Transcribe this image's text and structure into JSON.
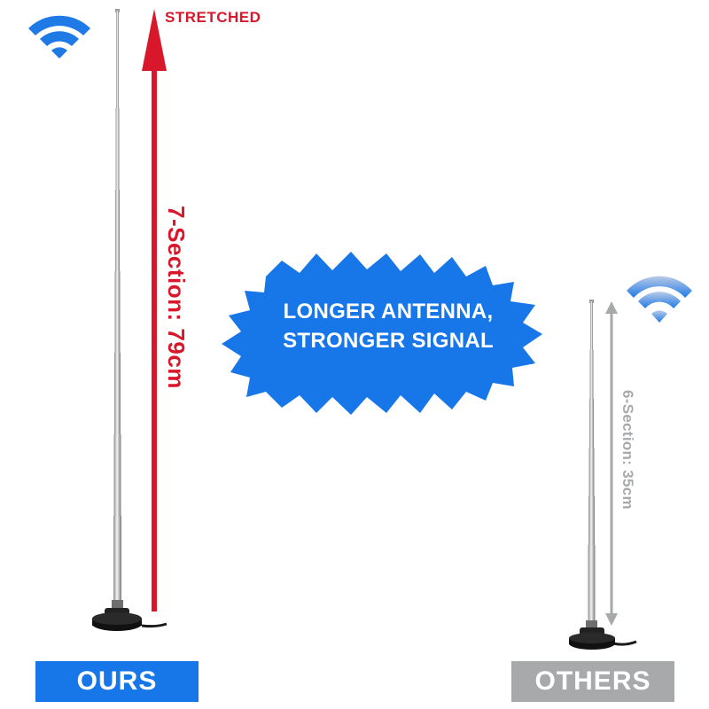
{
  "header": {
    "stretched_label": "STRETCHED"
  },
  "burst": {
    "line1": "LONGER ANTENNA,",
    "line2": "STRONGER SIGNAL"
  },
  "ours": {
    "label": "OURS",
    "measurement": "7-Section: 79cm",
    "color": "#1777e8",
    "arrow_color": "#d8182a"
  },
  "others": {
    "label": "OTHERS",
    "measurement": "6-Section: 35cm",
    "color": "#a7a9ab"
  },
  "icons": {
    "ours_wifi": "wifi-icon",
    "others_wifi": "wifi-icon"
  }
}
